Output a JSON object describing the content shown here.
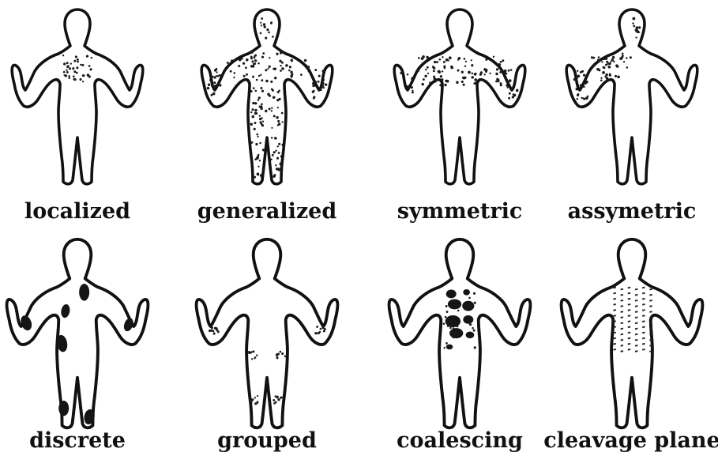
{
  "figure": {
    "panels": [
      {
        "id": "localized",
        "label": "localized",
        "pattern": "localized"
      },
      {
        "id": "generalized",
        "label": "generalized",
        "pattern": "generalized"
      },
      {
        "id": "symmetric",
        "label": "symmetric",
        "pattern": "symmetric"
      },
      {
        "id": "assymetric",
        "label": "assymetric",
        "pattern": "asymmetric"
      },
      {
        "id": "discrete",
        "label": "discrete",
        "pattern": "discrete"
      },
      {
        "id": "grouped",
        "label": "grouped",
        "pattern": "grouped"
      },
      {
        "id": "coalescing",
        "label": "coalescing",
        "pattern": "coalescing"
      },
      {
        "id": "cleavage-plane",
        "label": "cleavage plane",
        "pattern": "cleavage"
      }
    ],
    "colors": {
      "ink": "#111111",
      "background": "#ffffff"
    }
  }
}
